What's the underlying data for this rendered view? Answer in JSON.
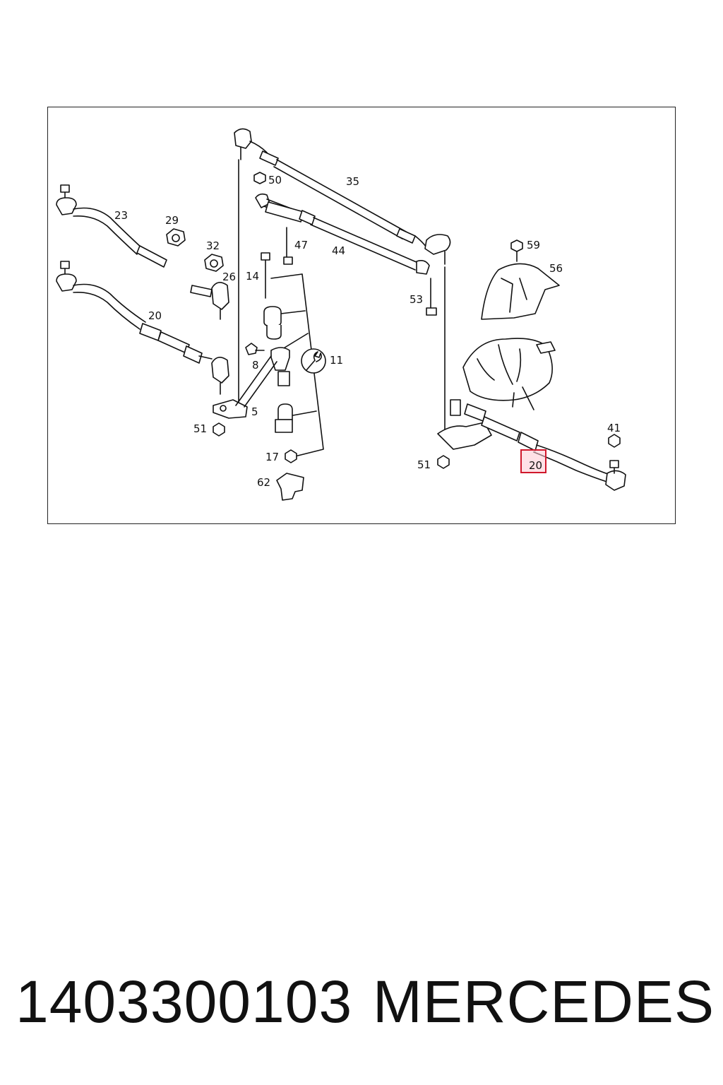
{
  "diagram": {
    "labels": {
      "p35": "35",
      "p50": "50",
      "p23": "23",
      "p29": "29",
      "p47": "47",
      "p44": "44",
      "p32": "32",
      "p26": "26",
      "p14": "14",
      "p59": "59",
      "p56": "56",
      "p53": "53",
      "p20a": "20",
      "p11": "11",
      "p8": "8",
      "p5": "5",
      "p51a": "51",
      "p41": "41",
      "p17": "17",
      "p51b": "51",
      "p20b": "20",
      "p62": "62"
    },
    "highlighted_part": "20",
    "highlight_color": "#d0182c"
  },
  "caption": {
    "part_number": "1403300103",
    "brand": "MERCEDES"
  }
}
